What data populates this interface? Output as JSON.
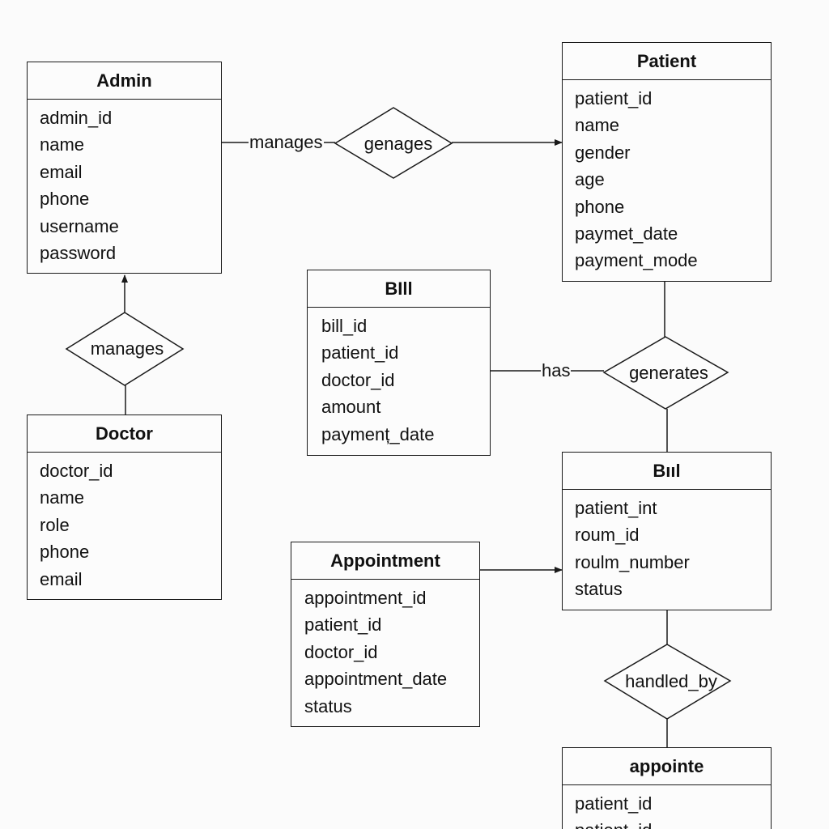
{
  "entities": {
    "admin": {
      "title": "Admin",
      "attributes": [
        "admin_id",
        "name",
        "email",
        "phone",
        "username",
        "password"
      ]
    },
    "patient": {
      "title": "Patient",
      "attributes": [
        "patient_id",
        "name",
        "gender",
        "age",
        "phone",
        "paymet_date",
        "payment_mode"
      ]
    },
    "bill": {
      "title": "BIll",
      "attributes": [
        "bill_id",
        "patient_id",
        "doctor_id",
        "amount",
        "paymenț_date"
      ]
    },
    "doctor": {
      "title": "Doctor",
      "attributes": [
        "doctor_id",
        "name",
        "role",
        "phone",
        "email"
      ]
    },
    "room": {
      "title": "Bııl",
      "attributes": [
        "patient_int",
        "roum_id",
        "roulm_number",
        "status"
      ]
    },
    "appointment": {
      "title": "Appointment",
      "attributes": [
        "appointment_id",
        "patient_id",
        "doctor_id",
        "appointment_date",
        "status"
      ]
    },
    "appointe": {
      "title": "appointe",
      "attributes": [
        "patient_id",
        "patient_id"
      ]
    }
  },
  "relationships": {
    "genages": "genages",
    "admin_doctor": "manages",
    "generates": "generates",
    "handled_by": "handled_by"
  },
  "line_labels": {
    "admin_manages": "manages",
    "bill_has": "has"
  }
}
